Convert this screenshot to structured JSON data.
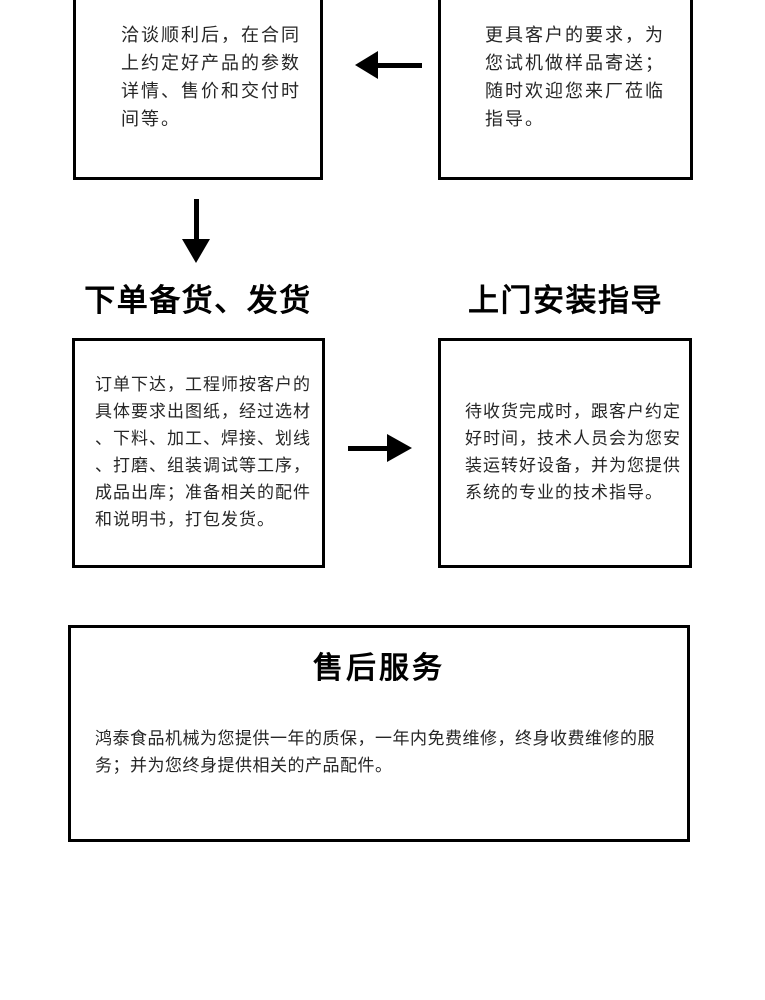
{
  "colors": {
    "background": "#ffffff",
    "border": "#000000",
    "heading_text": "#000000",
    "body_text": "#262626"
  },
  "flowchart": {
    "step_sign_contract": {
      "text": "洽谈顺利后，在合同\n上约定好产品的参数\n详情、售价和交付时\n间等。"
    },
    "step_sample_delivery": {
      "text": "更具客户的要求，为\n您试机做样品寄送；\n随时欢迎您来厂莅临\n指导。"
    },
    "section_order": {
      "heading": "下单备货、发货",
      "body": "订单下达，工程师按客户的\n具体要求出图纸，经过选材\n、下料、加工、焊接、划线\n、打磨、组装调试等工序，\n成品出库；准备相关的配件\n和说明书，打包发货。"
    },
    "section_install": {
      "heading": "上门安装指导",
      "body": "待收货完成时，跟客户约定\n好时间，技术人员会为您安\n装运转好设备，并为您提供\n系统的专业的技术指导。"
    },
    "after_sales": {
      "title": "售后服务",
      "body": "鸿泰食品机械为您提供一年的质保，一年内免费维修，终身收费维修的服\n务；并为您终身提供相关的产品配件。"
    },
    "icons": {
      "arrow_left": "left-arrow",
      "arrow_down": "down-arrow",
      "arrow_right": "right-arrow"
    }
  }
}
